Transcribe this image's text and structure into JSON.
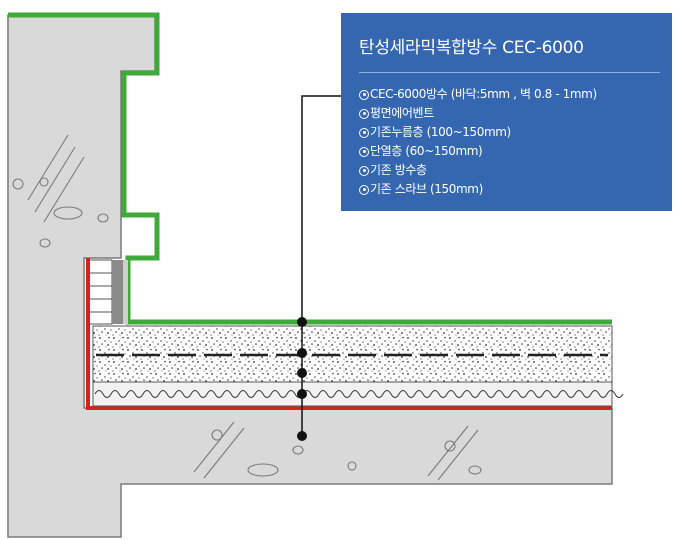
{
  "callout": {
    "title": "탄성세라믹복합방수 CEC-6000",
    "items": [
      "CEC-6000방수 (바닥:5mm , 벽 0.8 - 1mm)",
      "평면에어벤트",
      "기존누름층 (100~150mm)",
      "단열층 (60~150mm)",
      "기존 방수층",
      "기존 스라브 (150mm)"
    ]
  },
  "colors": {
    "concrete": "#d9d9d9",
    "outline": "#7a7a7a",
    "waterproof_green": "#3faa3a",
    "red_layer": "#d8201f",
    "insulation": "#f2f2f2",
    "callout_bg": "#3567b0",
    "leader_line": "#111111"
  }
}
